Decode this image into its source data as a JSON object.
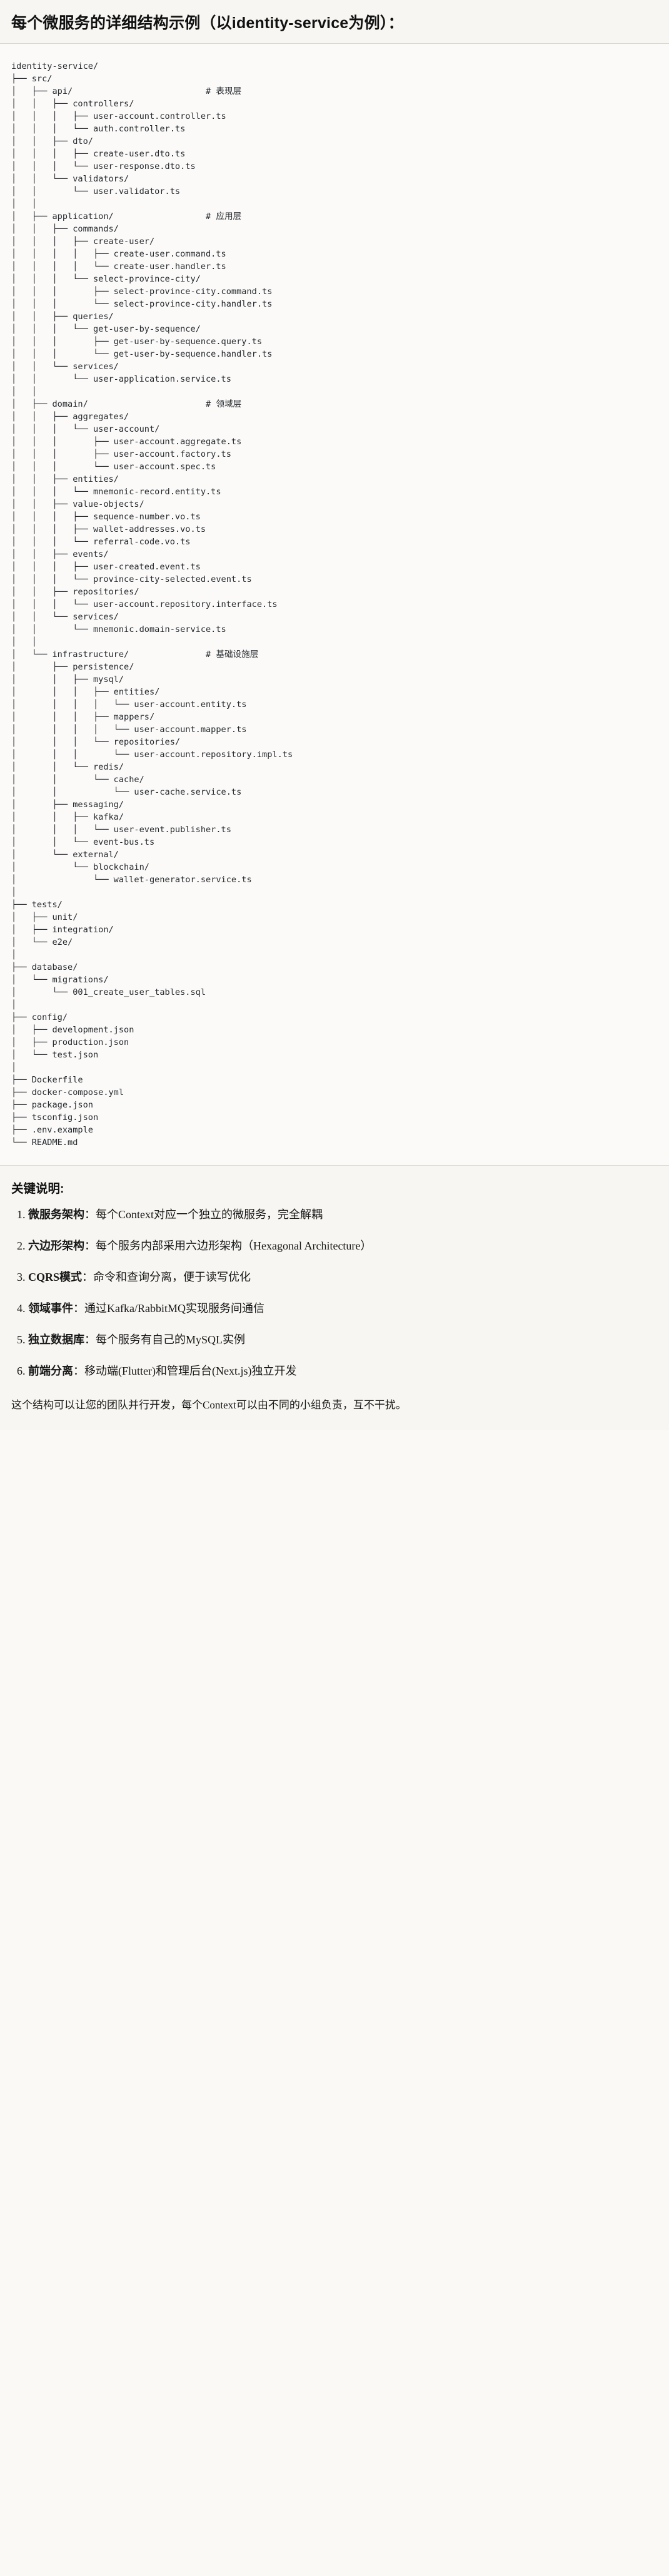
{
  "header": {
    "title": "每个微服务的详细结构示例（以identity-service为例）："
  },
  "tree": {
    "root": "identity-service/",
    "text": "identity-service/\n├── src/\n│   ├── api/                          # 表现层\n│   │   ├── controllers/\n│   │   │   ├── user-account.controller.ts\n│   │   │   └── auth.controller.ts\n│   │   ├── dto/\n│   │   │   ├── create-user.dto.ts\n│   │   │   └── user-response.dto.ts\n│   │   └── validators/\n│   │       └── user.validator.ts\n│   │\n│   ├── application/                  # 应用层\n│   │   ├── commands/\n│   │   │   ├── create-user/\n│   │   │   │   ├── create-user.command.ts\n│   │   │   │   └── create-user.handler.ts\n│   │   │   └── select-province-city/\n│   │   │       ├── select-province-city.command.ts\n│   │   │       └── select-province-city.handler.ts\n│   │   ├── queries/\n│   │   │   └── get-user-by-sequence/\n│   │   │       ├── get-user-by-sequence.query.ts\n│   │   │       └── get-user-by-sequence.handler.ts\n│   │   └── services/\n│   │       └── user-application.service.ts\n│   │\n│   ├── domain/                       # 领域层\n│   │   ├── aggregates/\n│   │   │   └── user-account/\n│   │   │       ├── user-account.aggregate.ts\n│   │   │       ├── user-account.factory.ts\n│   │   │       └── user-account.spec.ts\n│   │   ├── entities/\n│   │   │   └── mnemonic-record.entity.ts\n│   │   ├── value-objects/\n│   │   │   ├── sequence-number.vo.ts\n│   │   │   ├── wallet-addresses.vo.ts\n│   │   │   └── referral-code.vo.ts\n│   │   ├── events/\n│   │   │   ├── user-created.event.ts\n│   │   │   └── province-city-selected.event.ts\n│   │   ├── repositories/\n│   │   │   └── user-account.repository.interface.ts\n│   │   └── services/\n│   │       └── mnemonic.domain-service.ts\n│   │\n│   └── infrastructure/               # 基础设施层\n│       ├── persistence/\n│       │   ├── mysql/\n│       │   │   ├── entities/\n│       │   │   │   └── user-account.entity.ts\n│       │   │   ├── mappers/\n│       │   │   │   └── user-account.mapper.ts\n│       │   │   └── repositories/\n│       │   │       └── user-account.repository.impl.ts\n│       │   └── redis/\n│       │       └── cache/\n│       │           └── user-cache.service.ts\n│       ├── messaging/\n│       │   ├── kafka/\n│       │   │   └── user-event.publisher.ts\n│       │   └── event-bus.ts\n│       └── external/\n│           └── blockchain/\n│               └── wallet-generator.service.ts\n│\n├── tests/\n│   ├── unit/\n│   ├── integration/\n│   └── e2e/\n│\n├── database/\n│   └── migrations/\n│       └── 001_create_user_tables.sql\n│\n├── config/\n│   ├── development.json\n│   ├── production.json\n│   └── test.json\n│\n├── Dockerfile\n├── docker-compose.yml\n├── package.json\n├── tsconfig.json\n├── .env.example\n└── README.md",
    "layer_comments": [
      "# 表现层",
      "# 应用层",
      "# 领域层",
      "# 基础设施层"
    ]
  },
  "notes": {
    "title": "关键说明:",
    "items": [
      {
        "label": "微服务架构",
        "sep": "：",
        "text": "每个Context对应一个独立的微服务，完全解耦"
      },
      {
        "label": "六边形架构",
        "sep": "：",
        "text": "每个服务内部采用六边形架构（Hexagonal Architecture）"
      },
      {
        "label": "CQRS模式",
        "sep": "：",
        "text": "命令和查询分离，便于读写优化"
      },
      {
        "label": "领域事件",
        "sep": "：",
        "text": "通过Kafka/RabbitMQ实现服务间通信"
      },
      {
        "label": "独立数据库",
        "sep": "：",
        "text": "每个服务有自己的MySQL实例"
      },
      {
        "label": "前端分离",
        "sep": "：",
        "text": "移动端(Flutter)和管理后台(Next.js)独立开发"
      }
    ],
    "closing": "这个结构可以让您的团队并行开发，每个Context可以由不同的小组负责，互不干扰。"
  }
}
